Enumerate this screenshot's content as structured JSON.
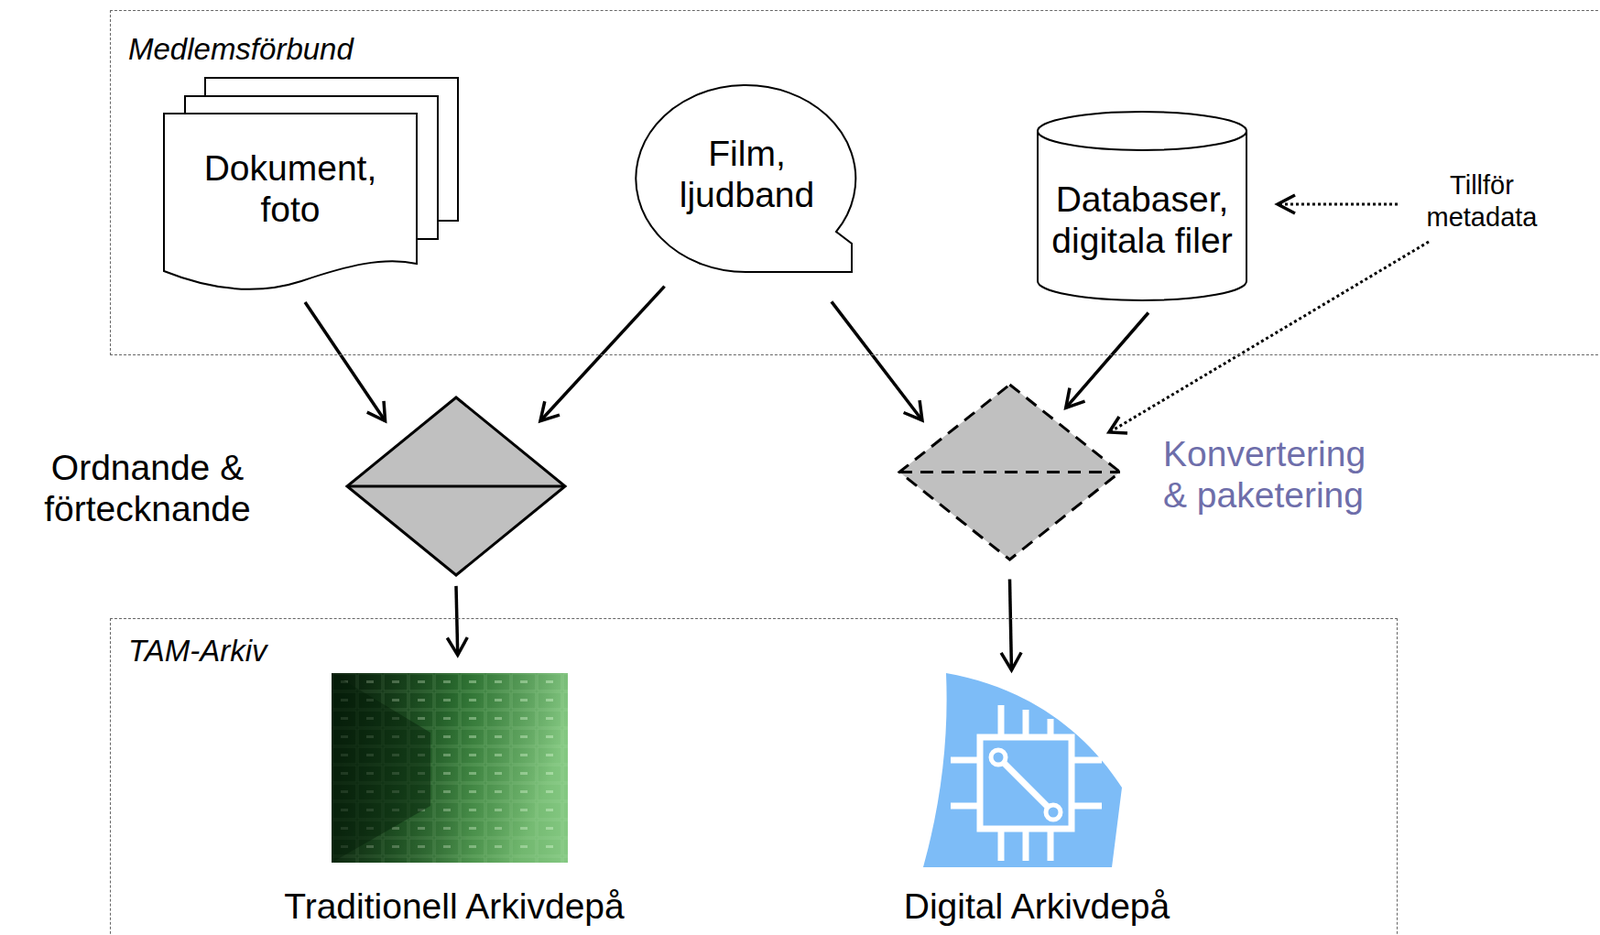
{
  "diagram": {
    "nodes": [
      {
        "text": [
          "Medlemsförbund"
        ]
      },
      {
        "text": [
          "Dokument, foto"
        ],
        "in": 0
      },
      {
        "text": [
          "Film, ljudband"
        ],
        "in": 0
      },
      {
        "text": [
          "Databaser, digitala filer"
        ],
        "in": 0
      },
      {
        "text": [
          "Ordnande & förtecknande"
        ]
      },
      {
        "text": [
          "Konvertering & paketering"
        ]
      },
      {
        "text": [
          "TAM-Arkiv"
        ]
      },
      {
        "text": [
          "Traditionell Arkivdepå"
        ],
        "in": 6
      },
      {
        "text": [
          "Digital Arkivdepå"
        ],
        "in": 6
      }
    ],
    "edges": [
      {
        "from": 1,
        "to": 4,
        "arrow": "to"
      },
      {
        "from": 2,
        "to": 4,
        "arrow": "to"
      },
      {
        "from": 2,
        "to": 5,
        "arrow": "to"
      },
      {
        "from": 3,
        "to": 5,
        "arrow": "to"
      },
      {
        "from": 4,
        "to": 7,
        "arrow": "to"
      },
      {
        "from": 5,
        "to": 8,
        "arrow": "to"
      }
    ],
    "labels": [
      "Tillför metadata"
    ]
  }
}
